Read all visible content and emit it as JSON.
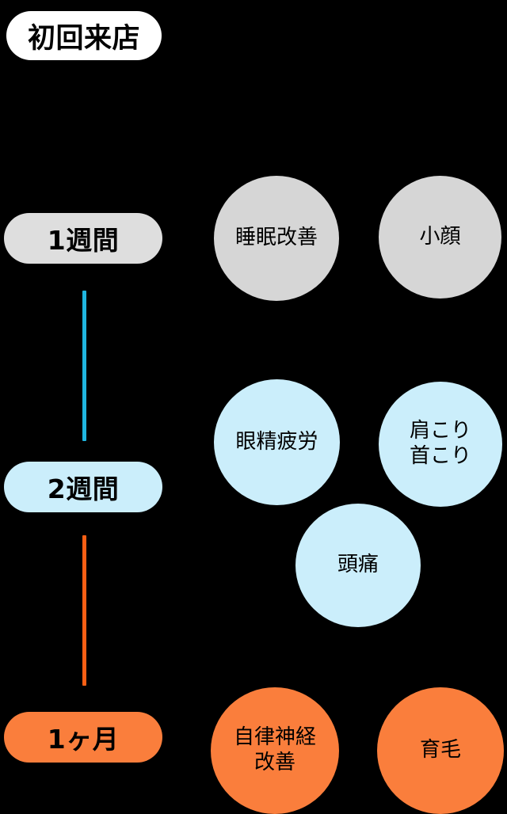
{
  "timeline": {
    "milestones": [
      {
        "id": "initial-visit",
        "label": "初回来店",
        "color": "#ffffff"
      },
      {
        "id": "week-1",
        "label": "1週間",
        "color": "#dedede"
      },
      {
        "id": "week-2",
        "label": "2週間",
        "color": "#cbeefb"
      },
      {
        "id": "month-1",
        "label": "1ヶ月",
        "color": "#fa7e3c"
      }
    ],
    "connectors": [
      {
        "id": "week1-to-week2",
        "color": "#1fb6e0"
      },
      {
        "id": "week2-to-month1",
        "color": "#fa5f14"
      }
    ]
  },
  "benefits": {
    "week_1": [
      {
        "id": "sleep-improvement",
        "lines": [
          "睡眠改善"
        ],
        "color": "#d6d6d6"
      },
      {
        "id": "small-face",
        "lines": [
          "小顔"
        ],
        "color": "#d6d6d6"
      }
    ],
    "week_2": [
      {
        "id": "eye-strain",
        "lines": [
          "眼精疲労"
        ],
        "color": "#cbeefb"
      },
      {
        "id": "shoulder-neck",
        "lines": [
          "肩こり",
          "首こり"
        ],
        "color": "#cbeefb"
      },
      {
        "id": "headache",
        "lines": [
          "頭痛"
        ],
        "color": "#cbeefb"
      }
    ],
    "month_1": [
      {
        "id": "autonomic-nerve",
        "lines": [
          "自律神経",
          "改善"
        ],
        "color": "#fa7e3c"
      },
      {
        "id": "hair-growth",
        "lines": [
          "育毛"
        ],
        "color": "#fa7e3c"
      }
    ]
  },
  "colors": {
    "background": "#000000",
    "text": "#000000",
    "white": "#ffffff",
    "gray": "#d6d6d6",
    "light_blue": "#cbeefb",
    "orange": "#fa7e3c",
    "line_blue": "#1fb6e0",
    "line_orange": "#fa5f14"
  }
}
